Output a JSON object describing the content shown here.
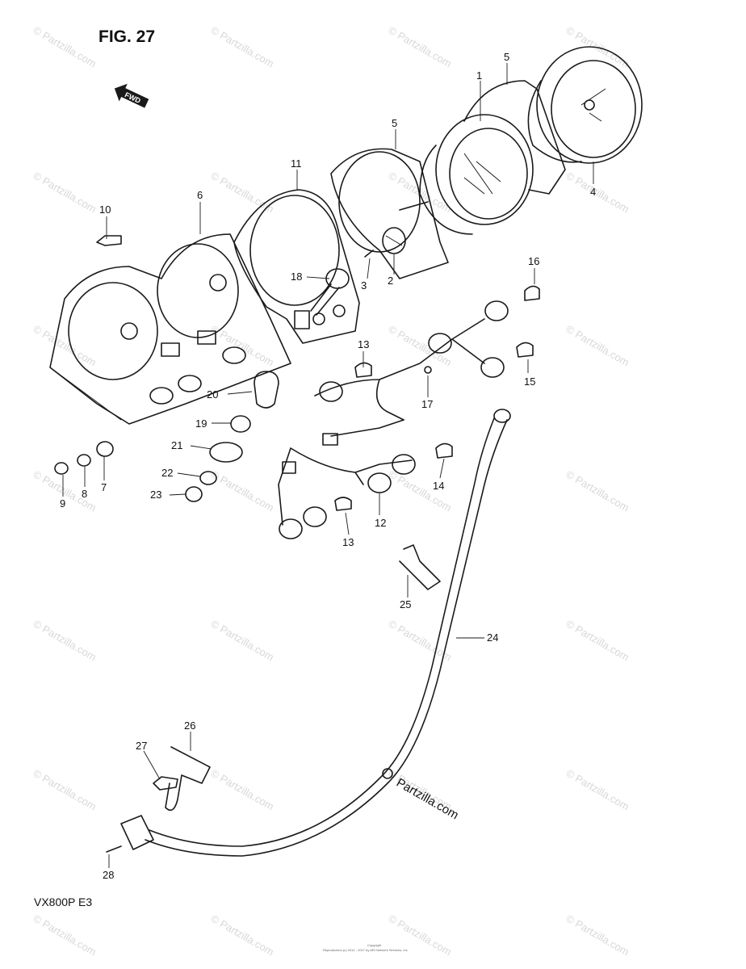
{
  "figure": {
    "title": "FIG. 27",
    "model": "VX800P  E3",
    "fwd_label": "FWD"
  },
  "callouts": [
    {
      "id": "c1",
      "label": "1"
    },
    {
      "id": "c2",
      "label": "2"
    },
    {
      "id": "c3",
      "label": "3"
    },
    {
      "id": "c4",
      "label": "4"
    },
    {
      "id": "c5a",
      "label": "5"
    },
    {
      "id": "c5b",
      "label": "5"
    },
    {
      "id": "c6",
      "label": "6"
    },
    {
      "id": "c7",
      "label": "7"
    },
    {
      "id": "c8",
      "label": "8"
    },
    {
      "id": "c9",
      "label": "9"
    },
    {
      "id": "c10",
      "label": "10"
    },
    {
      "id": "c11",
      "label": "11"
    },
    {
      "id": "c12",
      "label": "12"
    },
    {
      "id": "c13a",
      "label": "13"
    },
    {
      "id": "c13b",
      "label": "13"
    },
    {
      "id": "c14",
      "label": "14"
    },
    {
      "id": "c15",
      "label": "15"
    },
    {
      "id": "c16",
      "label": "16"
    },
    {
      "id": "c17",
      "label": "17"
    },
    {
      "id": "c18",
      "label": "18"
    },
    {
      "id": "c19",
      "label": "19"
    },
    {
      "id": "c20",
      "label": "20"
    },
    {
      "id": "c21",
      "label": "21"
    },
    {
      "id": "c22",
      "label": "22"
    },
    {
      "id": "c23",
      "label": "23"
    },
    {
      "id": "c24",
      "label": "24"
    },
    {
      "id": "c25",
      "label": "25"
    },
    {
      "id": "c26",
      "label": "26"
    },
    {
      "id": "c27",
      "label": "27"
    },
    {
      "id": "c28",
      "label": "28"
    }
  ],
  "watermark": {
    "text": "© Partzilla.com",
    "inline_text": "Partzilla.com"
  },
  "copyright": {
    "line1": "Copyright",
    "line2": "Reproduction (c) 2012 - 2017 by ARI Network Services, Inc."
  }
}
